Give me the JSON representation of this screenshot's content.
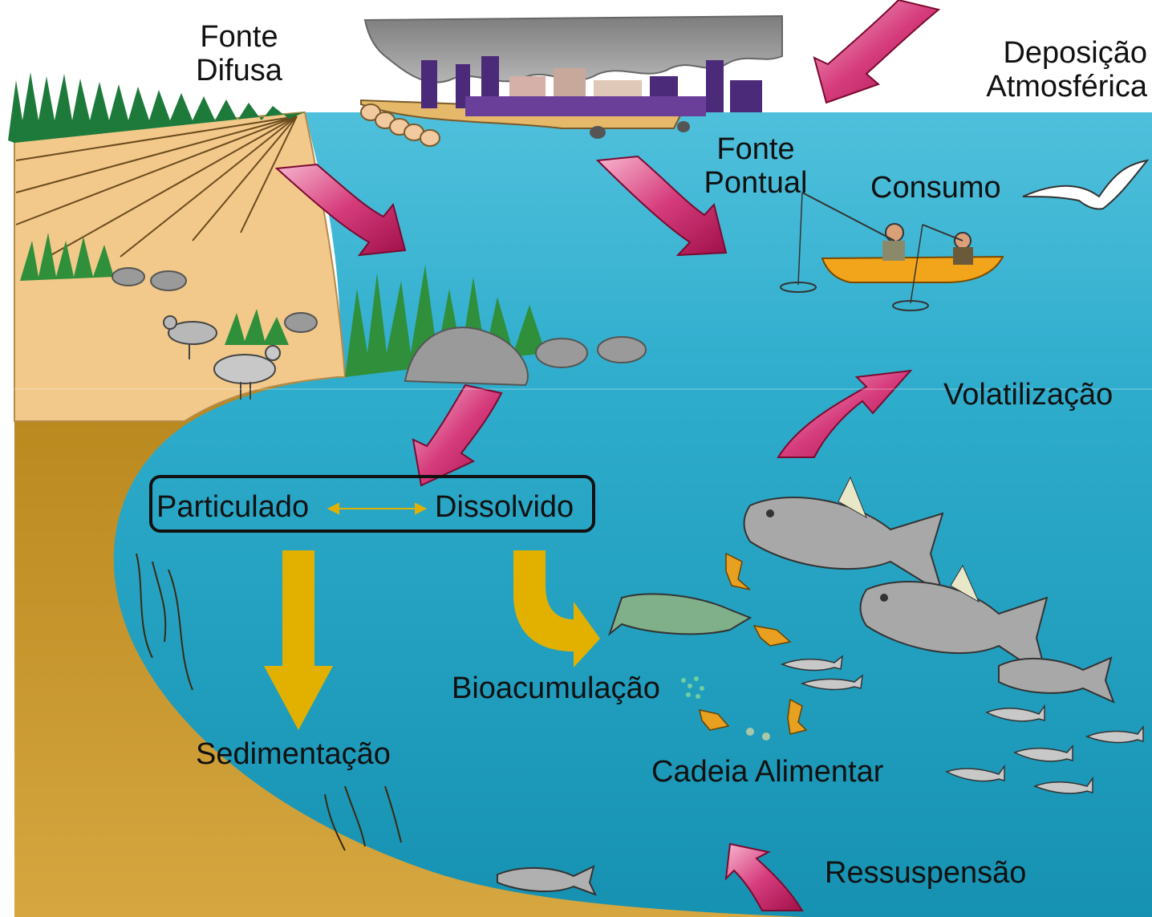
{
  "labels": {
    "fonte_difusa_line1": "Fonte",
    "fonte_difusa_line2": "Difusa",
    "deposicao_line1": "Deposição",
    "deposicao_line2": "Atmosférica",
    "fonte_pontual_line1": "Fonte",
    "fonte_pontual_line2": "Pontual",
    "consumo": "Consumo",
    "volatilizacao": "Volatilização",
    "particulado": "Particulado",
    "dissolvido": "Dissolvido",
    "bioacumulacao": "Bioacumulação",
    "sedimentacao": "Sedimentação",
    "cadeia_alimentar": "Cadeia Alimentar",
    "ressuspensao": "Ressuspensão"
  },
  "colors": {
    "sky": "#ffffff",
    "water_surface": "#3bb3d3",
    "water_deep": "#1b93b3",
    "sediment": "#c49524",
    "shore_sand": "#f2c98a",
    "smog": "#9a9a9a",
    "factory": "#4b2a7a",
    "flow_arrow": "#c2185b",
    "flux_arrow": "#e2b100",
    "fish": "#a8a8a8",
    "boat": "#f2a51a"
  }
}
